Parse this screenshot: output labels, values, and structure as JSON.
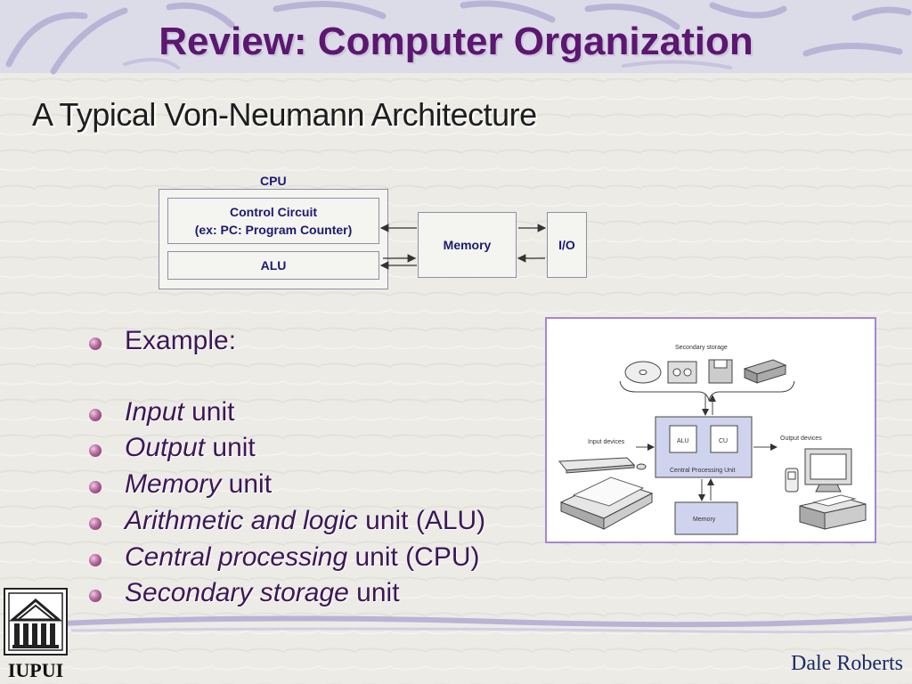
{
  "slide": {
    "title": "Review: Computer Organization",
    "subtitle": "A Typical Von-Neumann Architecture",
    "author": "Dale Roberts",
    "logo_text": "IUPUI"
  },
  "architecture": {
    "cpu_label": "CPU",
    "control_circuit_line1": "Control Circuit",
    "control_circuit_line2": "(ex: PC: Program Counter)",
    "alu_label": "ALU",
    "memory_label": "Memory",
    "io_label": "I/O"
  },
  "bullets": [
    {
      "italic": "",
      "plain": "Example:"
    },
    {
      "italic": "Input",
      "plain": " unit"
    },
    {
      "italic": "Output",
      "plain": " unit"
    },
    {
      "italic": "Memory",
      "plain": " unit"
    },
    {
      "italic": "Arithmetic and logic",
      "plain": " unit (ALU)"
    },
    {
      "italic": "Central processing",
      "plain": " unit (CPU)"
    },
    {
      "italic": "Secondary storage",
      "plain": " unit"
    }
  ],
  "illustration": {
    "secondary_storage": "Secondary storage",
    "input_devices": "Input devices",
    "output_devices": "Output devices",
    "alu": "ALU",
    "cu": "CU",
    "cpu_caption": "Central Processing Unit",
    "memory": "Memory"
  },
  "colors": {
    "title": "#5c1770",
    "bullet_text": "#3d1756",
    "photo_border": "#a487d3",
    "diagram_label": "#1b1b6e"
  }
}
